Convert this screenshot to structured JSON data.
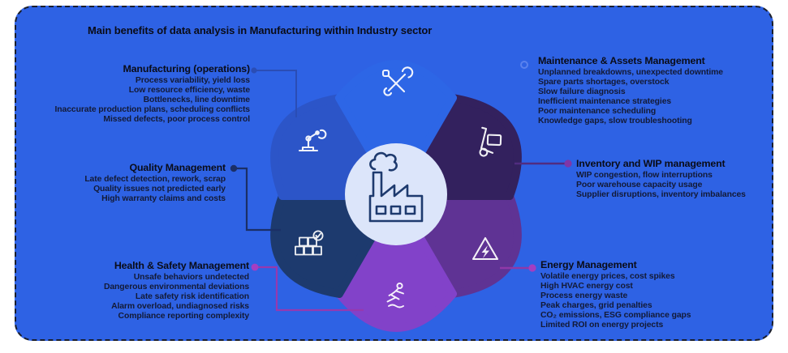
{
  "title": "Main benefits of data analysis in Manufacturing within Industry sector",
  "sections": {
    "manufacturing": {
      "heading": "Manufacturing (operations)",
      "icon": "robot-arm-icon",
      "lines": [
        "Process variability, yield loss",
        "Low resource efficiency, waste",
        "Bottlenecks, line downtime",
        "Inaccurate production plans, scheduling conflicts",
        "Missed defects, poor process control"
      ]
    },
    "maintenance": {
      "heading": "Maintenance & Assets Management",
      "icon": "tools-icon",
      "lines": [
        "Unplanned breakdowns, unexpected downtime",
        "Spare parts shortages, overstock",
        "Slow failure diagnosis",
        "Inefficient maintenance strategies",
        "Poor maintenance scheduling",
        "Knowledge gaps, slow troubleshooting"
      ]
    },
    "quality": {
      "heading": "Quality Management",
      "icon": "stacked-boxes-check-icon",
      "lines": [
        "Late defect detection, rework, scrap",
        "Quality issues not predicted early",
        "High warranty claims and costs"
      ]
    },
    "inventory": {
      "heading": "Inventory and WIP management",
      "icon": "hand-truck-icon",
      "lines": [
        "WIP congestion, flow interruptions",
        "Poor warehouse capacity usage",
        "Supplier disruptions, inventory imbalances"
      ]
    },
    "safety": {
      "heading": "Health & Safety Management",
      "icon": "slipping-person-icon",
      "lines": [
        "Unsafe behaviors undetected",
        "Dangerous environmental deviations",
        "Late safety risk identification",
        "Alarm overload, undiagnosed risks",
        "Compliance reporting complexity"
      ]
    },
    "energy": {
      "heading": "Energy Management",
      "icon": "high-voltage-icon",
      "lines": [
        "Volatile energy prices, cost spikes",
        "High HVAC energy cost",
        "Process energy waste",
        "Peak charges, grid penalties",
        "CO₂ emissions, ESG compliance gaps",
        "Limited ROI on energy projects"
      ]
    }
  },
  "center": {
    "icon": "factory-icon"
  },
  "colors": {
    "board_background": "#2e62e4",
    "board_border": "#1a1e2b",
    "heading_text": "#0a0c18",
    "body_text": "#131a36",
    "center_circle": "#dce5fa",
    "center_icon_stroke": "#1e3a6e",
    "icon_stroke": "#ffffff",
    "petals": {
      "maintenance_top": "#2d66e6",
      "inventory_top_right": "#33215e",
      "energy_bottom_right": "#5f3394",
      "safety_bottom": "#8242c9",
      "quality_bottom_left": "#1d3a6e",
      "manufacturing_left": "#2c55c8"
    },
    "connectors": {
      "manufacturing": "#2a4db5",
      "quality": "#1b2f66",
      "safety_line": "#9739ae",
      "safety_dot": "#a43ec2",
      "inventory_line": "#512c80",
      "inventory_dot": "#7e36a8",
      "energy_line": "#8f39a8",
      "energy_dot": "#a43ec2",
      "maintenance_dot": "#5f86ee"
    }
  }
}
